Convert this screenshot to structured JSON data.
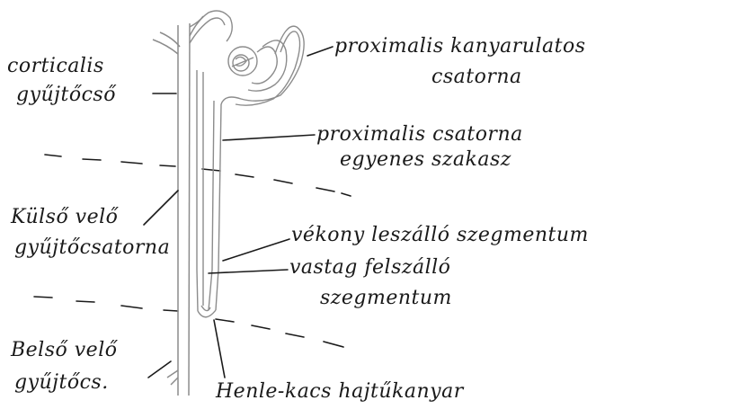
{
  "diagram": {
    "labels": {
      "cortical_line1": "corticalis",
      "cortical_line2": "gyűjtőcső",
      "outer_line1": "Külső velő",
      "outer_line2": "gyűjtőcsatorna",
      "inner_line1": "Belső velő",
      "inner_line2": "gyűjtőcs.",
      "proximal_convoluted_line1": "proximalis kanyarulatos",
      "proximal_convoluted_line2": "csatorna",
      "proximal_straight_line1": "proximalis csatorna",
      "proximal_straight_line2": "egyenes szakasz",
      "thin_descending": "vékony leszálló szegmentum",
      "thick_ascending_line1": "vastag felszálló",
      "thick_ascending_line2": "szegmentum",
      "henle_loop": "Henle-kacs hajtűkanyar"
    },
    "colors": {
      "ink": "#1a1a1a",
      "tubule": "#8c8c8c"
    }
  }
}
